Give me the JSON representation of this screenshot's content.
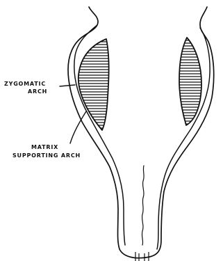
{
  "labels": {
    "zygomatic_arch": [
      "ZYGOMATIC",
      "ARCH"
    ],
    "matrix_supporting_arch": [
      "MATRIX",
      "SUPPORTING ARCH"
    ]
  },
  "colors": {
    "ink": "#111111",
    "background": "#ffffff"
  }
}
